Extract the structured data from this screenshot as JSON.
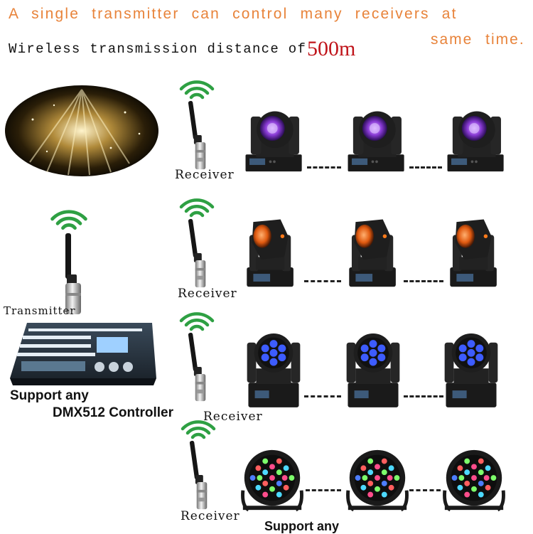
{
  "headline": {
    "line1": "A single transmitter can control many receivers at",
    "line2": "same time."
  },
  "subheadline": {
    "prefix": "Wireless transmission distance of",
    "distance": "500m"
  },
  "labels": {
    "transmitter": "Transmitter",
    "receiver": "Receiver",
    "controller_line1": "Support any",
    "controller_line2": "DMX512 Controller",
    "bottom": "Support any"
  },
  "colors": {
    "headline": "#e8833a",
    "distance": "#c0141a",
    "signal_green": "#2ea043"
  },
  "icons": [
    "wifi-signal-icon",
    "antenna-icon",
    "moving-head-light-icon",
    "par-light-icon",
    "dmx-console-icon",
    "light-rays-image"
  ]
}
